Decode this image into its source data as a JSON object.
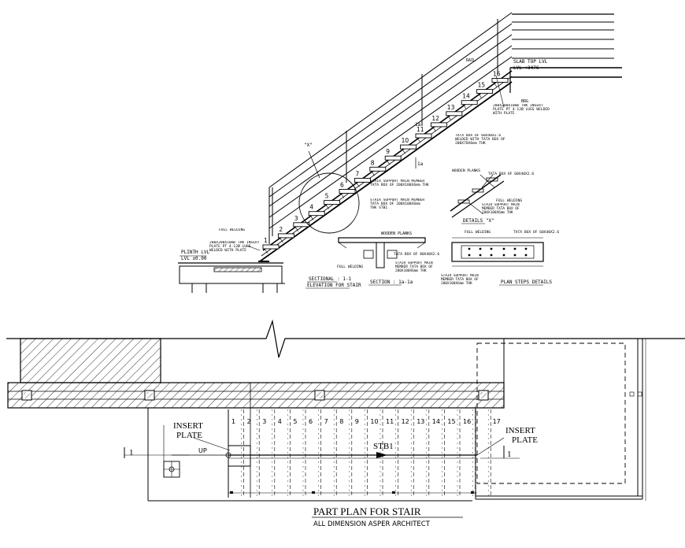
{
  "elevation": {
    "step_numbers": [
      "1",
      "2",
      "3",
      "4",
      "5",
      "6",
      "7",
      "8",
      "9",
      "10",
      "11",
      "12",
      "13",
      "14",
      "15",
      "16"
    ],
    "slab_top_label": "SLAB TOP LVL",
    "slab_top_level": "LVL +3476",
    "plinth_label": "PLINTH LVL",
    "plinth_level": "LVL ±0.00",
    "sectional_title": "SECTIONAL : 1-1",
    "elevation_title": "ELEVATION FOR STAIR",
    "section_title": "SECTION : 1a-1a",
    "details_title": "DETAILS \"X\"",
    "plan_steps_title": "PLAN STEPS DETAILS",
    "section_marker": "1a",
    "detail_marker": "\"X\"",
    "notes": {
      "insert_plate_top": "200X200X10mm THK INSERT PLATE PT 4-12Ø LUGS WELDED WITH PLATE",
      "tata_box_steps": "TATA BOX OF 60X40X2.6 WELDED WITH TATA BOX OF 200X70X6mm THK",
      "stair_support_main": "STAIR SUPPORT MAIN MEMBER TATA BOX OF 200X100X6mm THK",
      "stair_support_sub": "STAIR SUPPORT MAIN MEMBER TATA BOX OF 200X100X6mm THK STB1",
      "insert_plate_bottom": "200X200X10mm THK INSERT PLATE PT 4-12Ø LUGS WELDED WITH PLATE",
      "full_welding": "FULL WELDING",
      "wooden_planks": "WOODEN PLANKS",
      "tata_box_small": "TATA BOX OF 60X40X2.6",
      "tata_box_section": "TATA BOX OF 80X40X2.6",
      "section_support": "STAIR SUPPORT MAIN MEMBER TATA BOX OF 200X100X6mm THK",
      "plan_steps_support": "STAIR SUPPORT MAIN MEMBER TATA BOX OF 200X100X6mm THK",
      "rail": "RAIL",
      "bearing": "BRG"
    }
  },
  "plan": {
    "title": "PART PLAN FOR STAIR",
    "subtitle": "ALL DIMENSION ASPER ARCHITECT",
    "insert_plate_left": [
      "INSERT",
      "PLATE"
    ],
    "insert_plate_right": [
      "INSERT",
      "PLATE"
    ],
    "up_label": "UP",
    "beam_label": "STB1",
    "section_mark_left": "1",
    "section_mark_right": "1",
    "step_numbers": [
      "1",
      "2",
      "3",
      "4",
      "5",
      "6",
      "7",
      "8",
      "9",
      "10",
      "11",
      "12",
      "13",
      "14",
      "15",
      "16",
      "17"
    ]
  }
}
